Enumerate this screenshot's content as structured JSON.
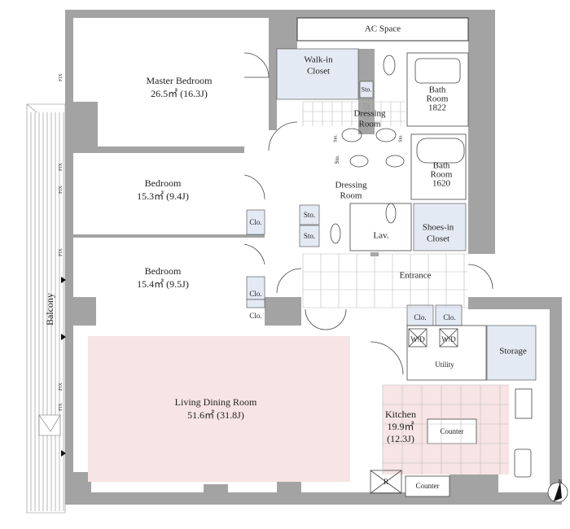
{
  "rooms": {
    "ac_space": "AC Space",
    "master_bedroom": {
      "name": "Master Bedroom",
      "area": "26.5㎡ (16.3J)"
    },
    "bedroom_1": {
      "name": "Bedroom",
      "area": "15.3㎡ (9.4J)"
    },
    "bedroom_2": {
      "name": "Bedroom",
      "area": "15.4㎡ (9.5J)"
    },
    "living_dining": {
      "name": "Living Dining Room",
      "area": "51.6㎡ (31.8J)"
    },
    "kitchen": {
      "name": "Kitchen",
      "area": "19.9㎡",
      "area_j": "(12.3J)"
    },
    "walk_in_closet": {
      "line1": "Walk-in",
      "line2": "Closet"
    },
    "dressing_room_1": {
      "line1": "Dressing",
      "line2": "Room"
    },
    "dressing_room_2": {
      "line1": "Dressing",
      "line2": "Room"
    },
    "bath_1": {
      "line1": "Bath",
      "line2": "Room",
      "line3": "1822"
    },
    "bath_2": {
      "line1": "Bath",
      "line2": "Room",
      "line3": "1620"
    },
    "shoes_in_closet": {
      "line1": "Shoes-in",
      "line2": "Closet"
    },
    "lavatory": "Lav.",
    "entrance": "Entrance",
    "utility": "Utility",
    "storage": "Storage",
    "balcony": "Balcony"
  },
  "fixtures": {
    "sto": "Sto.",
    "clo": "Clo.",
    "wd": "W/D",
    "counter": "Counter",
    "refrigerator": "R",
    "fix": "FIX",
    "north": "N"
  },
  "colors": {
    "wall": "#a3a3a3",
    "closet": "#e4eaf4",
    "ldk": "#f7e4e4"
  }
}
